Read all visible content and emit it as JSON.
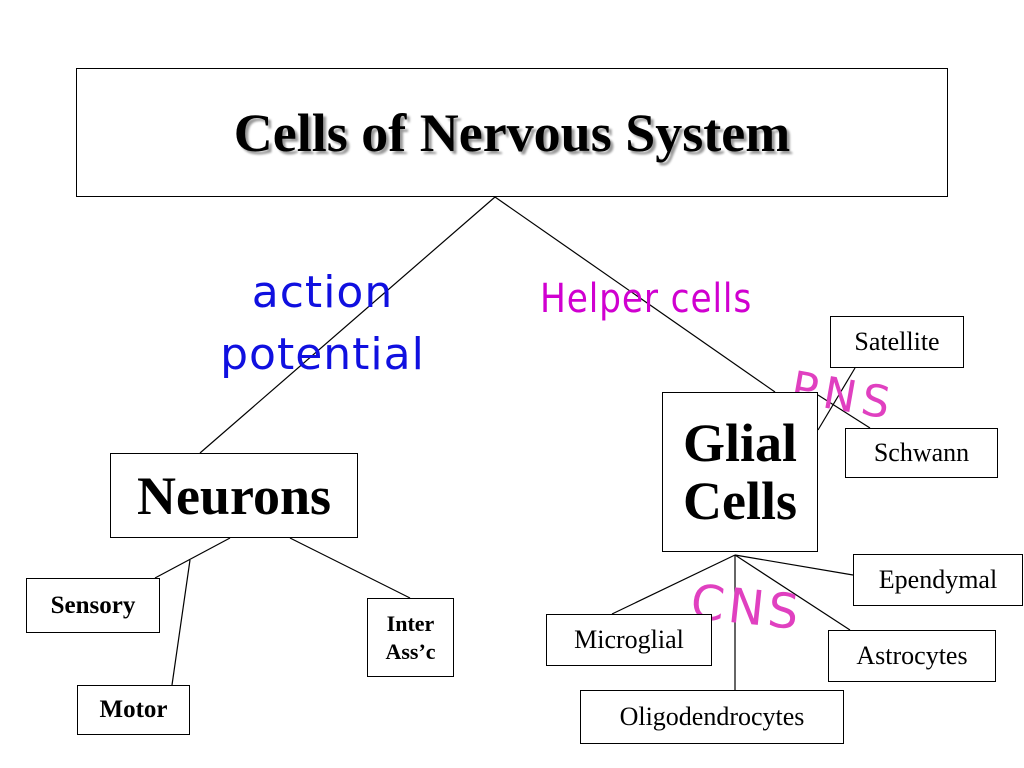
{
  "title": "Cells of Nervous System",
  "annotations": {
    "left_line1": "action",
    "left_line2": "potential",
    "right": "Helper cells",
    "pns": "PNS",
    "cns": "CNS"
  },
  "neurons": {
    "label": "Neurons",
    "sensory": "Sensory",
    "motor": "Motor",
    "inter_line1": "Inter",
    "inter_line2": "Ass’c"
  },
  "glial": {
    "line1": "Glial",
    "line2": "Cells",
    "satellite": "Satellite",
    "schwann": "Schwann",
    "ependymal": "Ependymal",
    "microglial": "Microglial",
    "astrocytes": "Astrocytes",
    "oligodendrocytes": "Oligodendrocytes"
  },
  "colors": {
    "action_potential": "#1010e0",
    "helper_cells": "#d000d0",
    "pns": "#e040c0",
    "cns": "#e040c0"
  }
}
